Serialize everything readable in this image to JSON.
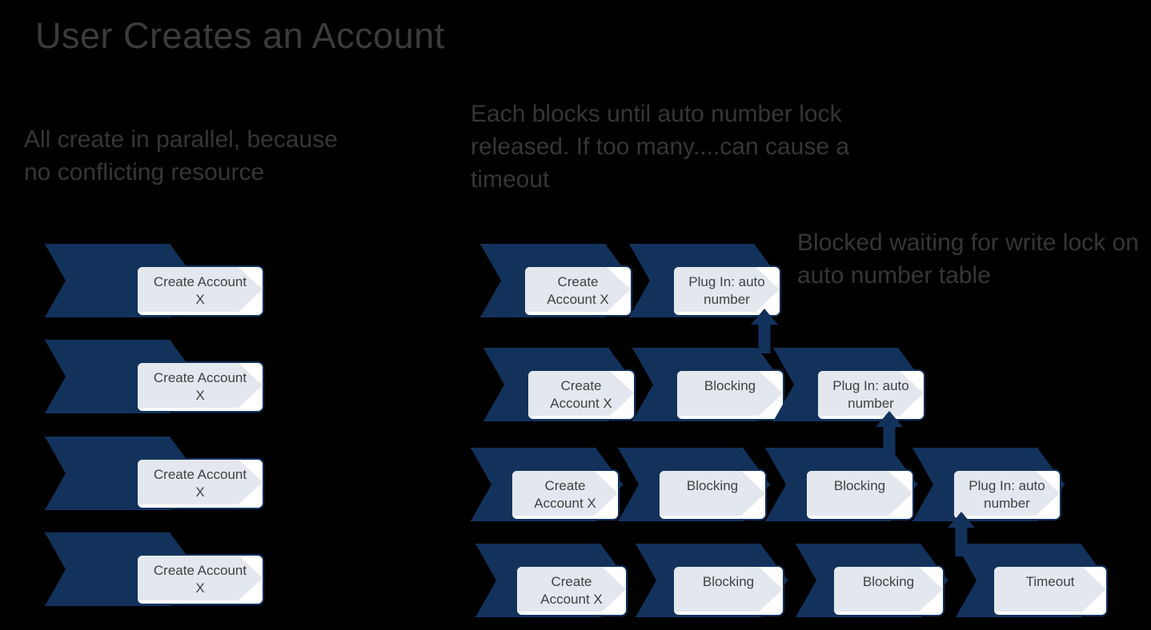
{
  "slide": {
    "title": "User Creates an Account",
    "background_color": "#000000",
    "accent_navy": "#12325c",
    "box_fill": "#ffffff",
    "box_inner_fill": "#e3e7ee",
    "text_color": "#363636",
    "label_color": "#414141"
  },
  "notes": {
    "left": "All create in parallel, because no conflicting resource",
    "middle": "Each blocks until auto number lock released. If too many....can cause a timeout",
    "right": "Blocked waiting for write lock on auto number table"
  },
  "left_column": {
    "steps": [
      {
        "label": "Create Account X"
      },
      {
        "label": "Create Account X"
      },
      {
        "label": "Create Account X"
      },
      {
        "label": "Create Account X"
      }
    ]
  },
  "right_column": {
    "rows": [
      {
        "steps": [
          {
            "label": "Create Account X"
          },
          {
            "label": "Plug In: auto number"
          }
        ]
      },
      {
        "steps": [
          {
            "label": "Create Account X"
          },
          {
            "label": "Blocking"
          },
          {
            "label": "Plug In: auto number"
          }
        ]
      },
      {
        "steps": [
          {
            "label": "Create Account X"
          },
          {
            "label": "Blocking"
          },
          {
            "label": "Blocking"
          },
          {
            "label": "Plug In: auto number"
          }
        ]
      },
      {
        "steps": [
          {
            "label": "Create Account X"
          },
          {
            "label": "Blocking"
          },
          {
            "label": "Blocking"
          },
          {
            "label": "Timeout"
          }
        ]
      }
    ],
    "arrows": [
      {
        "name": "arrow-row2-to-row1",
        "direction": "up"
      },
      {
        "name": "arrow-row3-to-row2",
        "direction": "up"
      },
      {
        "name": "arrow-row4-to-row3",
        "direction": "up"
      }
    ]
  }
}
